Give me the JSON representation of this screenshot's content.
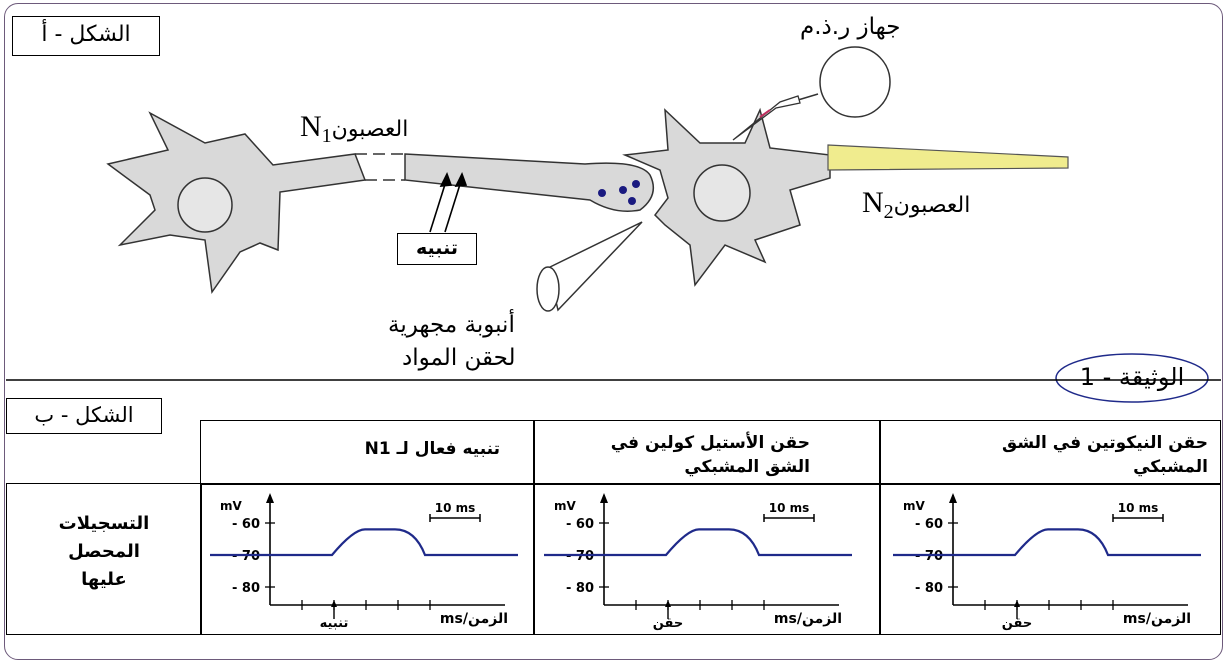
{
  "figure_a": {
    "label": "الشكل - أ",
    "neuron_n1_label": "العصبون",
    "neuron_n1_sym": "N",
    "neuron_n1_sub": "1",
    "neuron_n2_label": "العصبون",
    "neuron_n2_sym": "N",
    "neuron_n2_sub": "2",
    "device_label": "جهاز ر.ذ.م",
    "stimulus_label": "تنبيه",
    "micropipette_label_line1": "أنبوبة مجهرية",
    "micropipette_label_line2": "لحقن المواد"
  },
  "document_label": "الوثيقة - 1",
  "figure_b": {
    "label": "الشكل - ب",
    "row_label_lines": [
      "التسجيلات",
      "المحصل",
      "عليها"
    ],
    "columns": [
      {
        "header_lines": [
          "تنبيه فعال لـ N1"
        ],
        "event_label": "تنبيه"
      },
      {
        "header_lines": [
          "حقن الأستيل كولين في",
          "الشق المشبكي"
        ],
        "event_label": "حقن"
      },
      {
        "header_lines": [
          "حقن النيكوتين في الشق",
          "المشبكي"
        ],
        "event_label": "حقن"
      }
    ],
    "graph": {
      "y_unit": "mV",
      "y_ticks": [
        "- 60",
        "- 70",
        "- 80"
      ],
      "scale_bar": "10 ms",
      "x_unit": "ms/الزمن"
    }
  },
  "colors": {
    "cell_fill": "#d9d9d9",
    "trace": "#1f2a8a",
    "axon_n2": "#f0ec8e",
    "vesicle": "#1a1a80",
    "frame": "#6d5a7b"
  },
  "chart_data": {
    "type": "line",
    "title": "",
    "xlabel": "ms/الزمن",
    "ylabel": "mV",
    "y_ticks": [
      -60,
      -70,
      -80
    ],
    "series": [
      {
        "name": "تنبيه فعال لـ N1",
        "values": [
          -70,
          -70,
          -62,
          -62,
          -70,
          -70
        ]
      },
      {
        "name": "حقن الأستيل كولين في الشق المشبكي",
        "values": [
          -70,
          -70,
          -62,
          -62,
          -70,
          -70
        ]
      },
      {
        "name": "حقن النيكوتين في الشق المشبكي",
        "values": [
          -70,
          -70,
          -62,
          -62,
          -70,
          -70
        ]
      }
    ]
  }
}
